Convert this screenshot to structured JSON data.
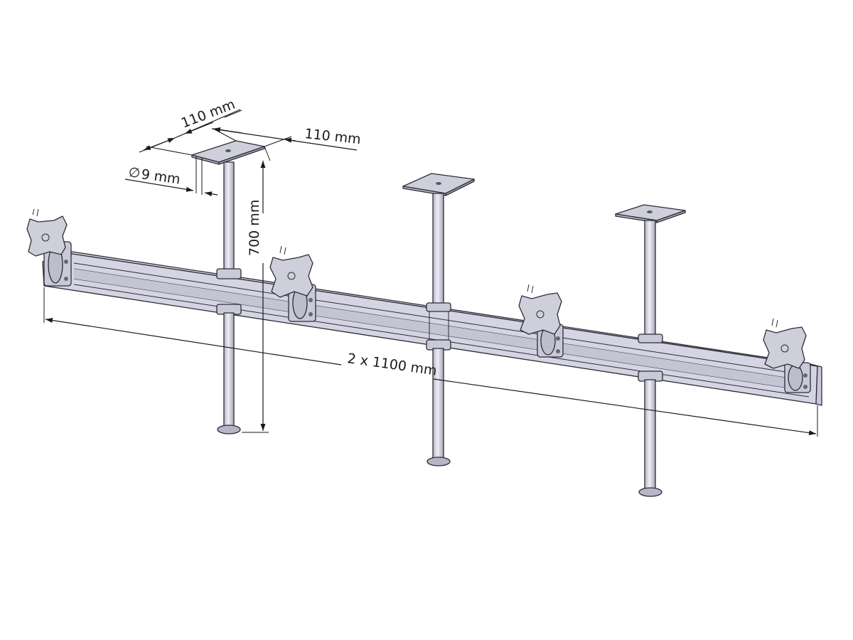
{
  "dimensions": {
    "plate_width": "110 mm",
    "plate_depth": "110 mm",
    "hole_diameter": "9 mm",
    "column_height": "700 mm",
    "beam_length": "2 x 1100 mm"
  },
  "symbols": {
    "diameter_glyph": "∅"
  },
  "colors": {
    "metal_light": "#e6e6f0",
    "metal_mid": "#cfcfdc",
    "metal_dark": "#a9a9ba",
    "outline": "#2c2c38",
    "dimension_line": "#1a1a1a"
  }
}
